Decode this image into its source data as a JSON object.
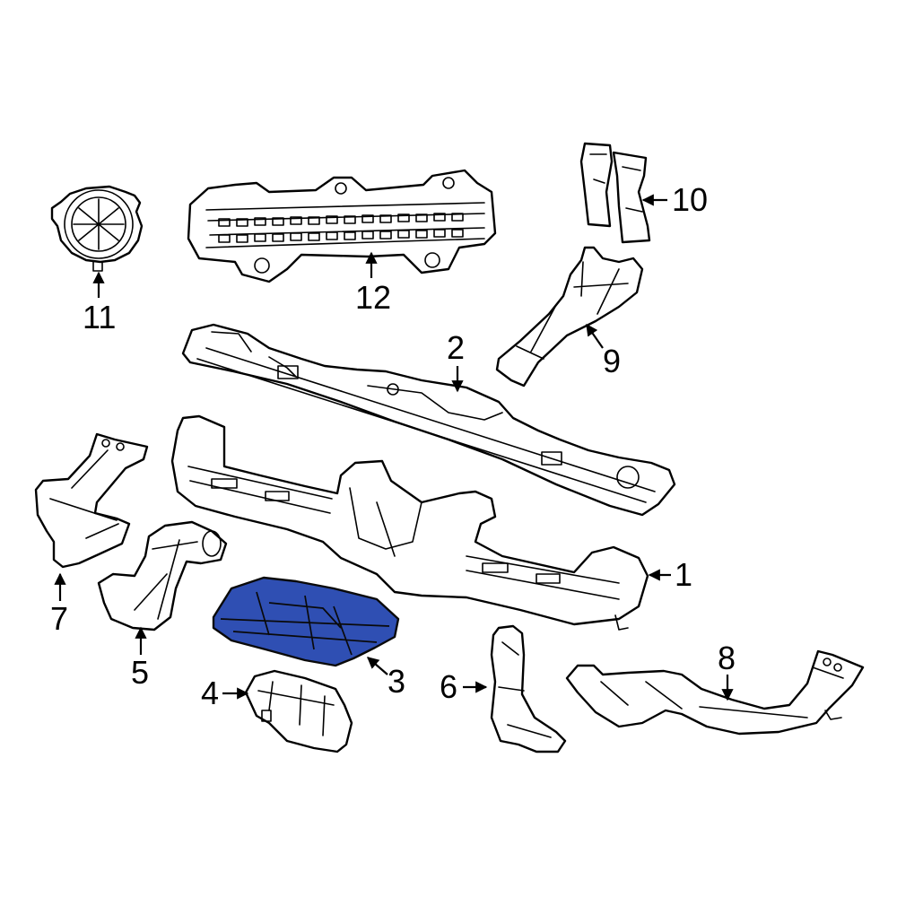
{
  "callouts": {
    "c1": "1",
    "c2": "2",
    "c3": "3",
    "c4": "4",
    "c5": "5",
    "c6": "6",
    "c7": "7",
    "c8": "8",
    "c9": "9",
    "c10": "10",
    "c11": "11",
    "c12": "12"
  },
  "colors": {
    "highlight": "#2f4fb3",
    "line": "#000000",
    "background": "#ffffff"
  }
}
